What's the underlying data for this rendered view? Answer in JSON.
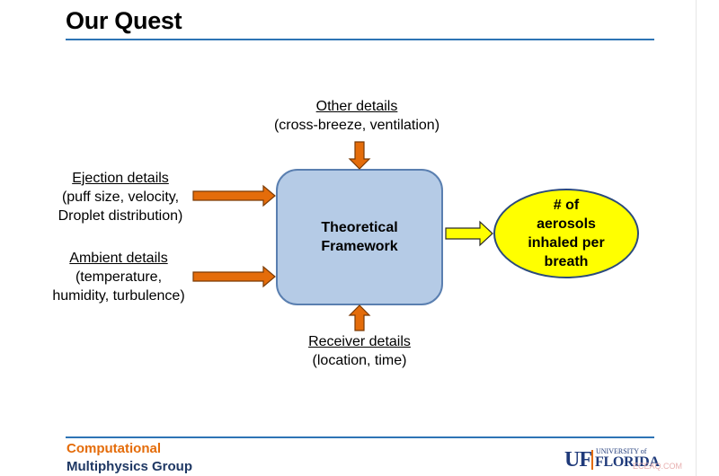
{
  "slide": {
    "title": "Our Quest"
  },
  "inputs": {
    "other": {
      "heading": "Other details",
      "detail": "(cross-breeze, ventilation)"
    },
    "ejection": {
      "heading": "Ejection details",
      "line1": "(puff size, velocity,",
      "line2": "Droplet distribution)"
    },
    "ambient": {
      "heading": "Ambient details",
      "line1": "(temperature,",
      "line2": "humidity, turbulence)"
    },
    "receiver": {
      "heading": "Receiver details",
      "detail": "(location, time)"
    }
  },
  "framework": {
    "line1": "Theoretical",
    "line2": "Framework"
  },
  "outcome": {
    "line1": "# of",
    "line2": "aerosols",
    "line3": "inhaled per",
    "line4": "breath"
  },
  "footer": {
    "org_line1": "Computational",
    "org_line2": "Multiphysics Group",
    "logo_uf": "UF",
    "logo_university": "UNIVERSITY of",
    "logo_florida": "FLORIDA",
    "watermark": "ECEAQ.COM"
  },
  "colors": {
    "accent_rule": "#2e74b5",
    "input_arrow": "#e46c0a",
    "output_arrow": "#ffff00",
    "framework_fill": "#b5cbe6",
    "outcome_fill": "#ffff00"
  }
}
